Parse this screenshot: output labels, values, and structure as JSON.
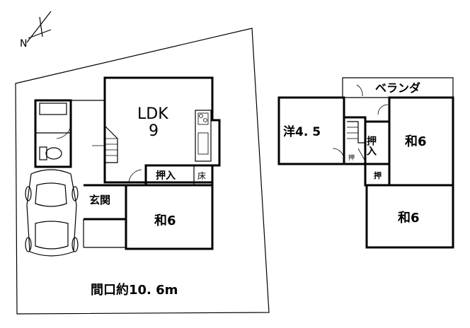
{
  "compass": {
    "icon": "north-arrow-icon",
    "letter": "N"
  },
  "first_floor": {
    "ldk_label": "LDK",
    "ldk_size": "9",
    "closet_label": "押入",
    "alcove_label": "床",
    "entrance_label": "玄関",
    "washitsu_label": "和6",
    "frontage_label": "間口約10. 6m"
  },
  "second_floor": {
    "veranda_label": "ベランダ",
    "western_room_label": "洋4. 5",
    "closet_label": "押入",
    "washitsu_north_label": "和6",
    "washitsu_south_label": "和6",
    "small_closet_a": "押",
    "small_closet_b": "押"
  },
  "colors": {
    "line": "#000000",
    "background": "#ffffff"
  }
}
